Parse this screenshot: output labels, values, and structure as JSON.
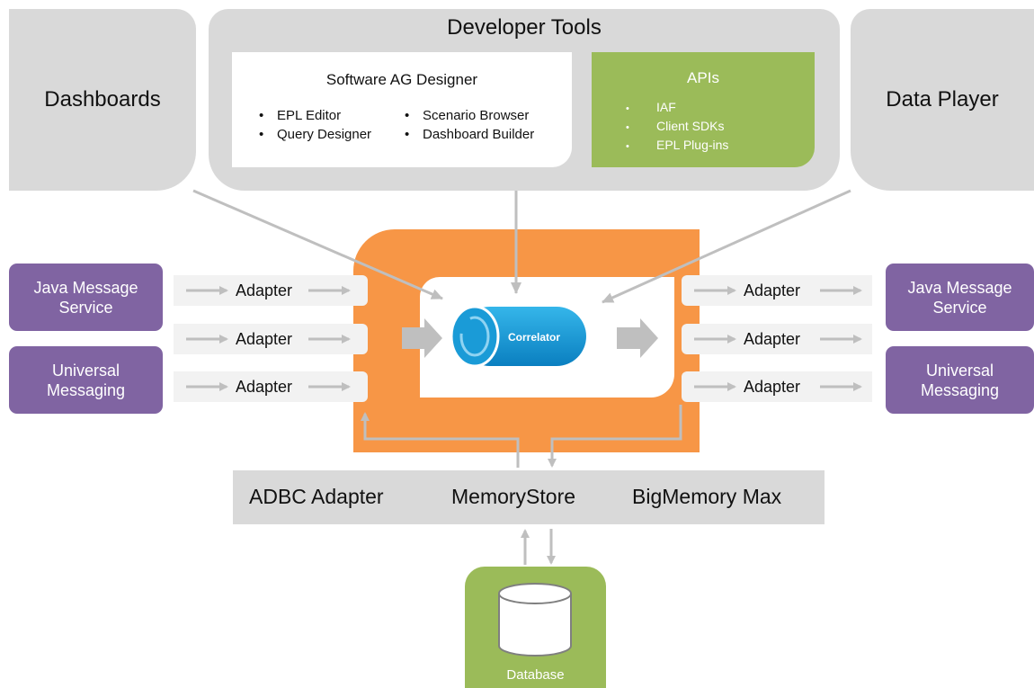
{
  "developer_tools": {
    "title": "Developer Tools",
    "designer": {
      "title": "Software AG Designer",
      "left_items": [
        "EPL Editor",
        "Query Designer"
      ],
      "right_items": [
        "Scenario Browser",
        "Dashboard Builder"
      ]
    },
    "apis": {
      "title": "APIs",
      "items": [
        "IAF",
        "Client SDKs",
        "EPL Plug-ins"
      ]
    }
  },
  "dashboards_label": "Dashboards",
  "data_player_label": "Data Player",
  "correlator_label": "Correlator",
  "adapter_label": "Adapter",
  "left_sources": [
    "Java Message Service",
    "Universal Messaging"
  ],
  "right_sources": [
    "Java Message Service",
    "Universal Messaging"
  ],
  "store": {
    "items": [
      "ADBC Adapter",
      "MemoryStore",
      "BigMemory Max"
    ]
  },
  "database_label": "Database",
  "colors": {
    "gray": "#d9d9d9",
    "orange": "#f79646",
    "green": "#9bbb59",
    "purple": "#8064a2",
    "correlator_blue": "#1a9bd7",
    "arrow_gray": "#bfbfbf"
  }
}
